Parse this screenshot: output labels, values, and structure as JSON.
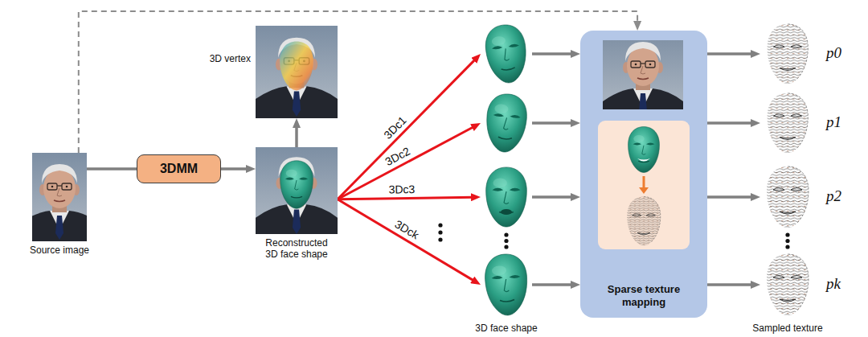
{
  "diagram": {
    "nodes": [
      {
        "text": [
          "Source image"
        ]
      },
      {
        "text": [
          "3DMM"
        ]
      },
      {
        "text": [
          "Reconstructed 3D face shape"
        ]
      },
      {
        "text": [
          "3D vertex"
        ]
      },
      {
        "text": []
      },
      {
        "text": []
      },
      {
        "text": []
      },
      {
        "text": [
          "3D face shape"
        ]
      },
      {
        "text": [
          "Sparse texture mapping"
        ]
      },
      {
        "text": [
          "p0"
        ]
      },
      {
        "text": [
          "p1"
        ]
      },
      {
        "text": [
          "p2"
        ]
      },
      {
        "text": [
          "pk",
          "Sampled texture"
        ]
      }
    ],
    "edges": [
      {
        "from": 0,
        "to": 1,
        "arrow": "none"
      },
      {
        "from": 1,
        "to": 2,
        "arrow": "to"
      },
      {
        "from": 2,
        "to": 3,
        "arrow": "to"
      },
      {
        "from": 2,
        "to": 4,
        "label": "3Dc1",
        "arrow": "to"
      },
      {
        "from": 2,
        "to": 5,
        "label": "3Dc2",
        "arrow": "to"
      },
      {
        "from": 2,
        "to": 6,
        "label": "3Dc3",
        "arrow": "to"
      },
      {
        "from": 2,
        "to": 7,
        "label": "3Dck",
        "arrow": "to"
      },
      {
        "from": 4,
        "to": 8,
        "arrow": "to"
      },
      {
        "from": 5,
        "to": 8,
        "arrow": "to"
      },
      {
        "from": 6,
        "to": 8,
        "arrow": "to"
      },
      {
        "from": 7,
        "to": 8,
        "arrow": "to"
      },
      {
        "from": 8,
        "to": 9,
        "arrow": "to"
      },
      {
        "from": 8,
        "to": 10,
        "arrow": "to"
      },
      {
        "from": 8,
        "to": 11,
        "arrow": "to"
      },
      {
        "from": 8,
        "to": 12,
        "arrow": "to"
      },
      {
        "from": 0,
        "to": 8,
        "arrow": "to"
      }
    ]
  }
}
